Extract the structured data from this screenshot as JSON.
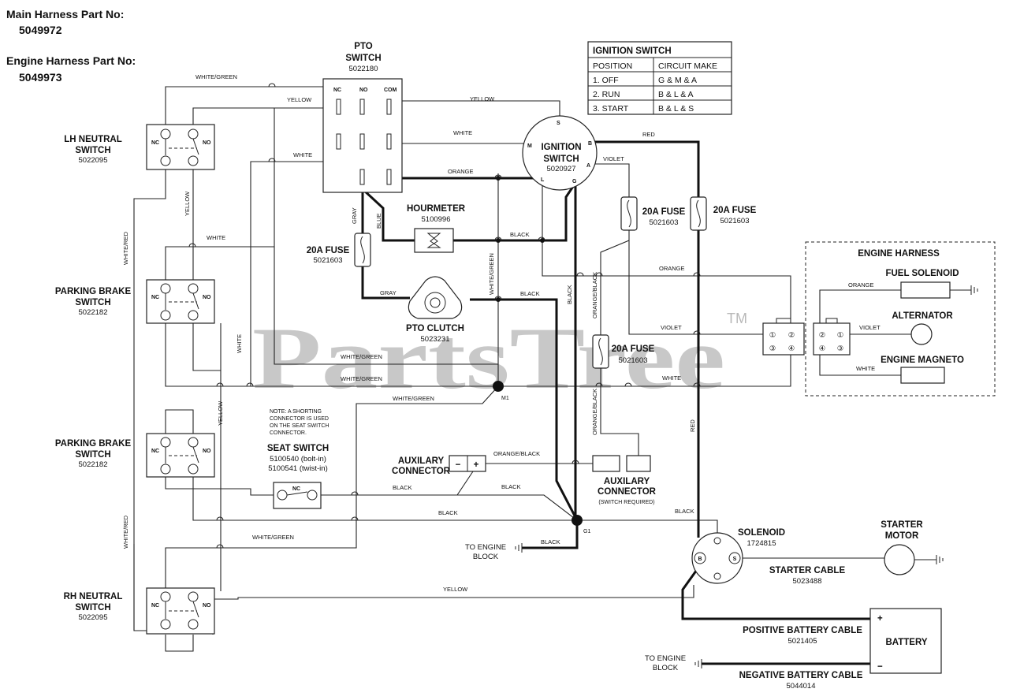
{
  "header": {
    "main_harness_label": "Main Harness Part No:",
    "main_harness_no": "5049972",
    "engine_harness_label": "Engine Harness Part No:",
    "engine_harness_no": "5049973"
  },
  "watermark": {
    "text": "PartsTree",
    "tm": "TM"
  },
  "ignition_table": {
    "title": "IGNITION SWITCH",
    "col_position": "POSITION",
    "col_circuit": "CIRCUIT MAKE",
    "rows": [
      {
        "position": "1. OFF",
        "circuit": "G & M & A"
      },
      {
        "position": "2. RUN",
        "circuit": "B & L & A"
      },
      {
        "position": "3. START",
        "circuit": "B & L & S"
      }
    ]
  },
  "components": {
    "pto_switch": {
      "title_1": "PTO",
      "title_2": "SWITCH",
      "part": "5022180",
      "nc": "NC",
      "no": "NO",
      "com": "COM"
    },
    "ignition_switch": {
      "title_1": "IGNITION",
      "title_2": "SWITCH",
      "part": "5020927",
      "s": "S",
      "b": "B",
      "m": "M",
      "a": "A",
      "l": "L",
      "g": "G"
    },
    "lh_neutral": {
      "title_1": "LH NEUTRAL",
      "title_2": "SWITCH",
      "part": "5022095"
    },
    "parking_brake_1": {
      "title_1": "PARKING BRAKE",
      "title_2": "SWITCH",
      "part": "5022182"
    },
    "parking_brake_2": {
      "title_1": "PARKING BRAKE",
      "title_2": "SWITCH",
      "part": "5022182"
    },
    "rh_neutral": {
      "title_1": "RH NEUTRAL",
      "title_2": "SWITCH",
      "part": "5022095"
    },
    "switch_nc": "NC",
    "switch_no": "NO",
    "hourmeter": {
      "title": "HOURMETER",
      "part": "5100996"
    },
    "fuse_gray": {
      "title": "20A FUSE",
      "part": "5021603"
    },
    "fuse_violet": {
      "title": "20A FUSE",
      "part": "5021603"
    },
    "fuse_red": {
      "title": "20A FUSE",
      "part": "5021603"
    },
    "fuse_orange_black": {
      "title": "20A FUSE",
      "part": "5021603"
    },
    "pto_clutch": {
      "title": "PTO CLUTCH",
      "part": "5023231"
    },
    "seat_switch": {
      "title": "SEAT SWITCH",
      "part_1": "5100540 (bolt-in)",
      "part_2": "5100541 (twist-in)",
      "nc": "NC",
      "note_1": "NOTE: A SHORTING",
      "note_2": "CONNECTOR IS USED",
      "note_3": "ON THE SEAT SWITCH",
      "note_4": "CONNECTOR."
    },
    "aux_connector_left": {
      "title_1": "AUXILARY",
      "title_2": "CONNECTOR",
      "minus": "−",
      "plus": "+"
    },
    "aux_connector_right": {
      "title_1": "AUXILARY",
      "title_2": "CONNECTOR",
      "note": "(SWITCH REQUIRED)"
    },
    "engine_harness": {
      "title": "ENGINE HARNESS",
      "fuel_solenoid": "FUEL SOLENOID",
      "alternator": "ALTERNATOR",
      "engine_magneto": "ENGINE MAGNETO",
      "pins": [
        "①",
        "②",
        "③",
        "④"
      ]
    },
    "solenoid": {
      "title": "SOLENOID",
      "part": "1724815",
      "b": "B",
      "s": "S"
    },
    "starter_motor": {
      "title_1": "STARTER",
      "title_2": "MOTOR"
    },
    "starter_cable": {
      "title": "STARTER CABLE",
      "part": "5023488"
    },
    "battery": {
      "title": "BATTERY",
      "plus": "+",
      "minus": "−"
    },
    "positive_cable": {
      "title": "POSITIVE BATTERY CABLE",
      "part": "5021405"
    },
    "negative_cable": {
      "title": "NEGATIVE BATTERY CABLE",
      "part": "5044014"
    },
    "to_engine_block_1": {
      "line_1": "TO ENGINE",
      "line_2": "BLOCK"
    },
    "to_engine_block_2": {
      "line_1": "TO ENGINE",
      "line_2": "BLOCK"
    },
    "node_m1": "M1",
    "node_g1": "G1"
  },
  "wire_labels": {
    "white_green_top": "WHITE/GREEN",
    "yellow_top_left": "YELLOW",
    "yellow_top_right": "YELLOW",
    "white_ign": "WHITE",
    "white_pto": "WHITE",
    "orange_ign": "ORANGE",
    "red_ign": "RED",
    "violet_ign": "VIOLET",
    "yellow_vertical": "YELLOW",
    "white_red_upper": "WHITE/RED",
    "white_mid": "WHITE",
    "gray_upper": "GRAY",
    "blue": "BLUE",
    "black_hourmeter": "BLACK",
    "white_green_vertical": "WHITE/GREEN",
    "black_vertical": "BLACK",
    "gray_lower": "GRAY",
    "black_clutch": "BLACK",
    "orange_right": "ORANGE",
    "orange_black_vertical_upper": "ORANGE/BLACK",
    "violet_right": "VIOLET",
    "white_vertical_left": "WHITE",
    "white_green_m1_upper": "WHITE/GREEN",
    "white_green_m1_lower": "WHITE/GREEN",
    "white_right": "WHITE",
    "white_green_seat": "WHITE/GREEN",
    "yellow_vertical_lower": "YELLOW",
    "orange_black_vertical_lower": "ORANGE/BLACK",
    "red_vertical": "RED",
    "orange_black_aux": "ORANGE/BLACK",
    "black_seat": "BLACK",
    "black_aux": "BLACK",
    "black_g1_left": "BLACK",
    "black_g1_right": "BLACK",
    "white_red_lower": "WHITE/RED",
    "white_green_lower": "WHITE/GREEN",
    "black_engine_block": "BLACK",
    "yellow_bottom": "YELLOW",
    "eng_orange": "ORANGE",
    "eng_violet": "VIOLET",
    "eng_white": "WHITE"
  }
}
